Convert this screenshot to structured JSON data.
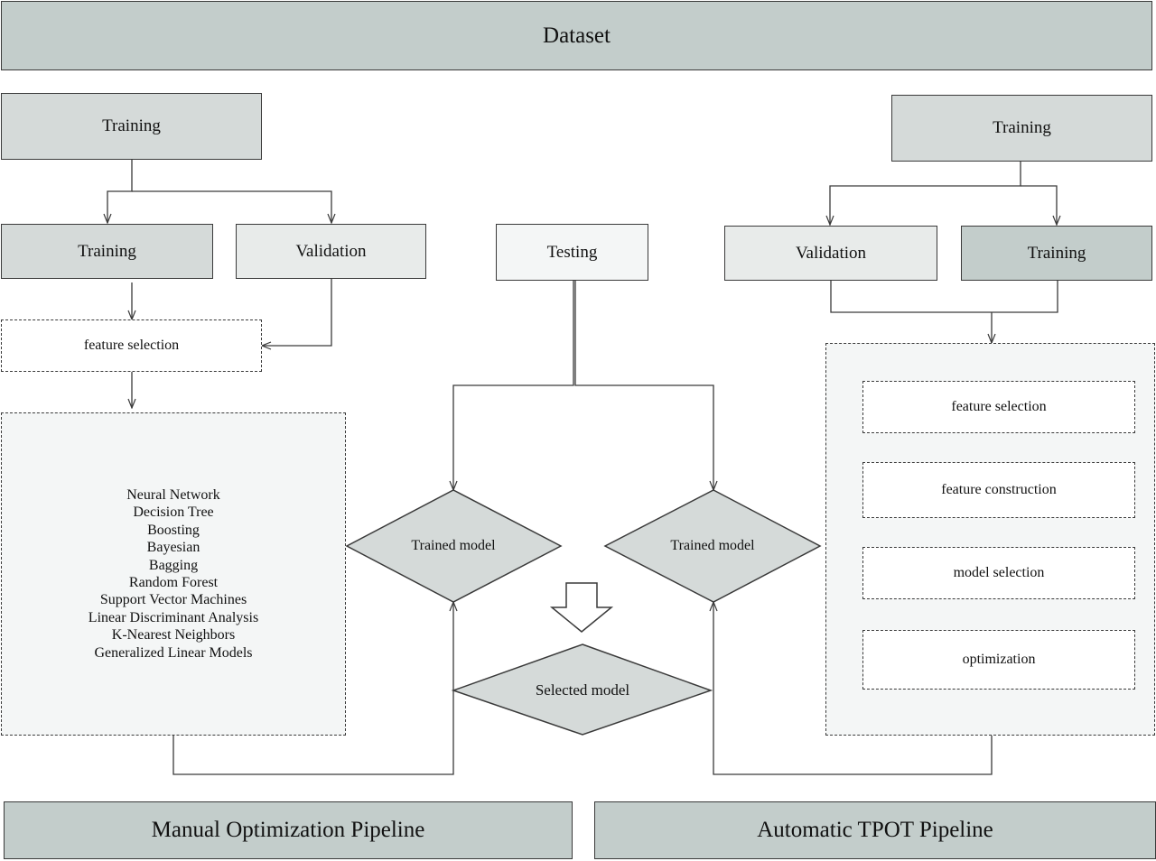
{
  "dataset": "Dataset",
  "manual": {
    "training_top": "Training",
    "training": "Training",
    "validation": "Validation",
    "feature_selection": "feature selection",
    "models": [
      "Neural Network",
      "Decision Tree",
      "Boosting",
      "Bayesian",
      "Bagging",
      "Random Forest",
      "Support Vector Machines",
      "Linear Discriminant Analysis",
      "K-Nearest Neighbors",
      "Generalized Linear Models"
    ],
    "trained_model": "Trained model",
    "pipeline": "Manual Optimization Pipeline"
  },
  "testing": "Testing",
  "selected_model": "Selected model",
  "automatic": {
    "training_top": "Training",
    "validation": "Validation",
    "training": "Training",
    "steps": [
      "feature selection",
      "feature construction",
      "model selection",
      "optimization"
    ],
    "trained_model": "Trained model",
    "pipeline": "Automatic TPOT Pipeline"
  },
  "colors": {
    "dark": "#c3cdcb",
    "mid": "#d5dad9",
    "light": "#e8ebea",
    "line": "#3a3a3a"
  }
}
